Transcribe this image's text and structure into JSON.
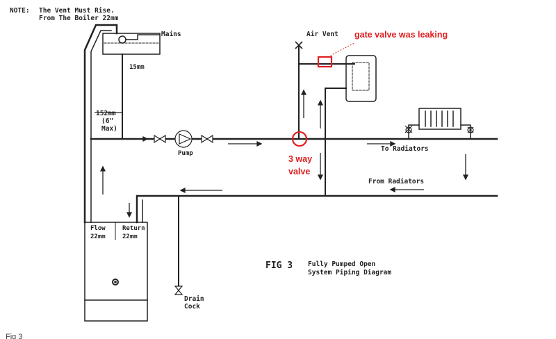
{
  "note": {
    "label": "NOTE:",
    "line1": "The Vent Must Rise.",
    "line2": "From The Boiler 22mm"
  },
  "labels": {
    "mains": "Mains",
    "pipe_15mm": "15mm",
    "dim_152mm": "152mm",
    "dim_6in": "(6\"",
    "dim_max": "Max)",
    "pump": "Pump",
    "air_vent": "Air Vent",
    "to_radiators": "To Radiators",
    "from_radiators": "From Radiators",
    "flow": "Flow",
    "flow_size": "22mm",
    "return": "Return",
    "return_size": "22mm",
    "drain_1": "Drain",
    "drain_2": "Cock",
    "fig_number": "FIG 3",
    "fig_title_1": "Fully Pumped Open",
    "fig_title_2": "System Piping Diagram"
  },
  "annotations": {
    "gate_valve": "gate valve was leaking",
    "three_way_1": "3 way",
    "three_way_2": "valve",
    "color": "#e02020"
  },
  "caption": "Fig 3"
}
